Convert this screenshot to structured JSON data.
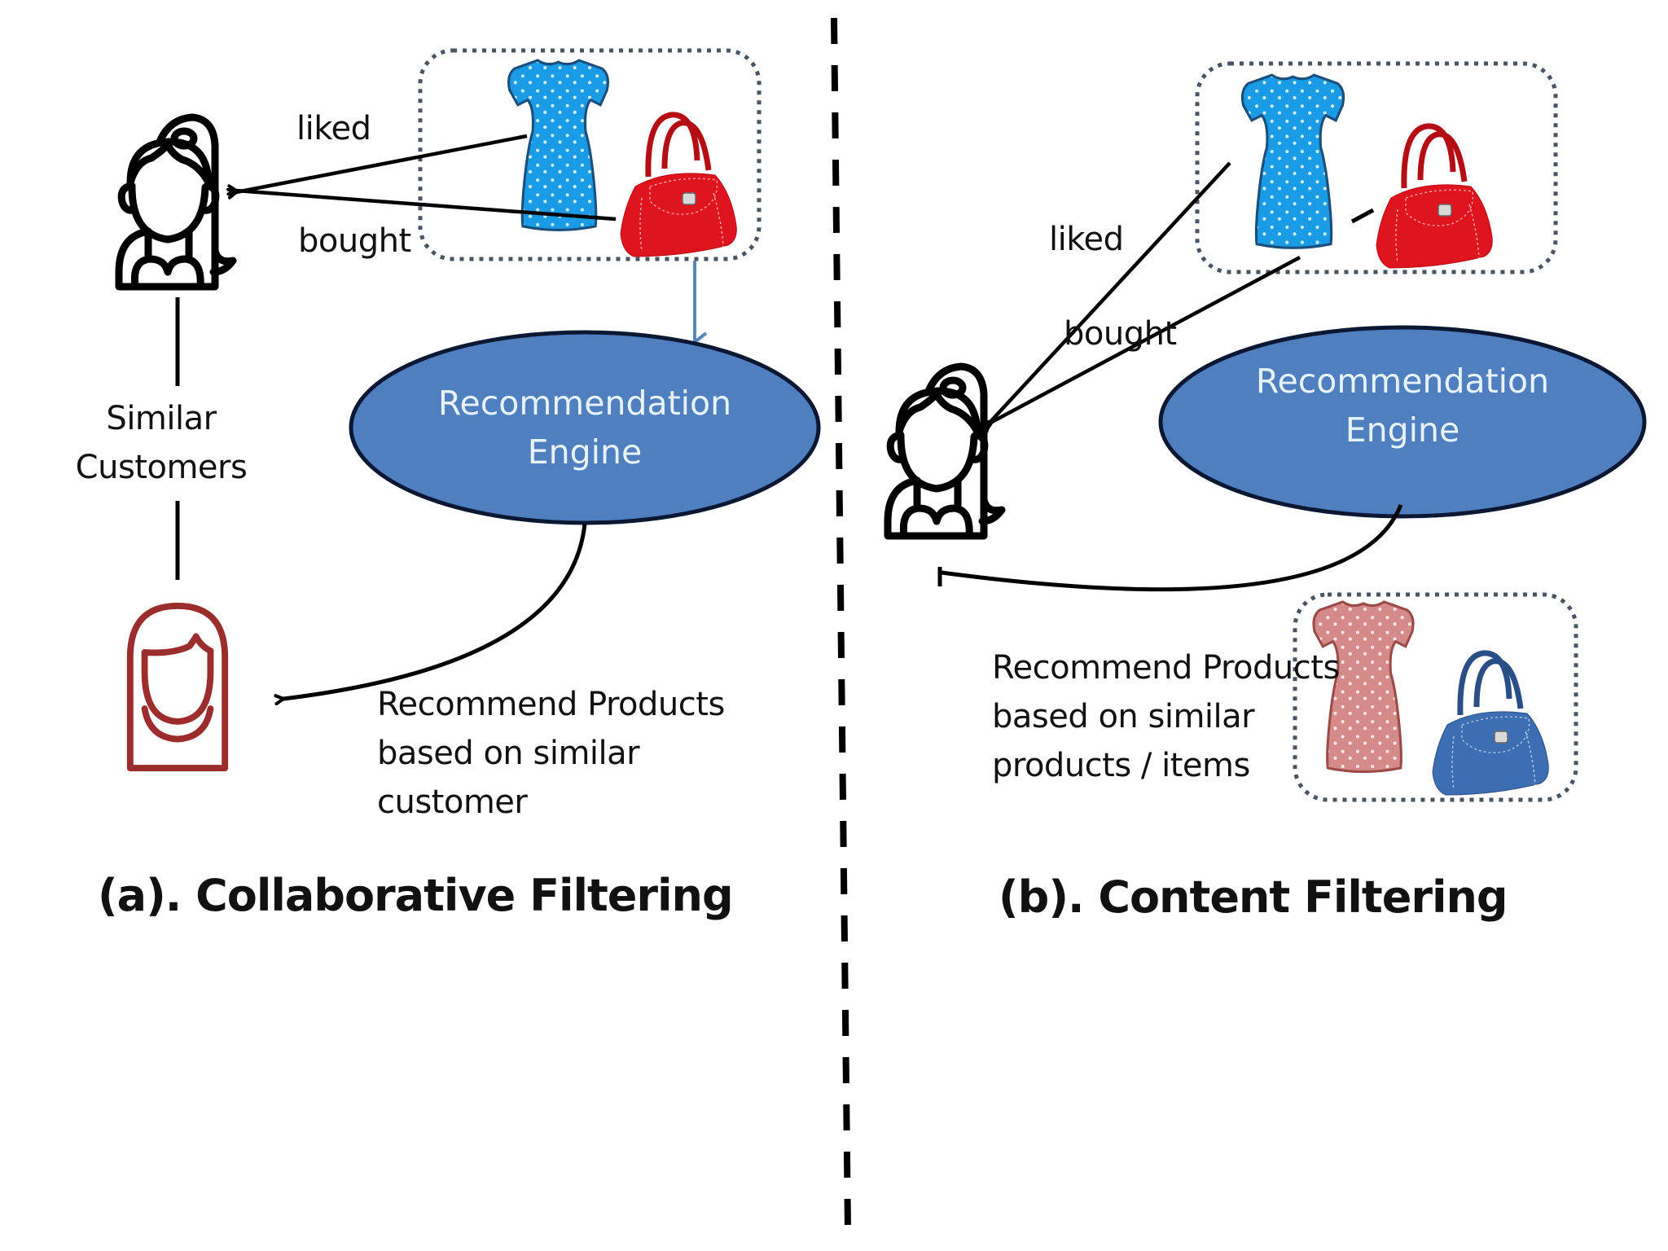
{
  "colors": {
    "engine_fill": "#4f7fbf",
    "engine_text": "#e8f2fb",
    "flow_arrow": "#5b86bd",
    "dotted_box": "#4a5563",
    "similar_customer": "#9b2d2d",
    "liked_dress": "#1a9be6",
    "bought_bag": "#e0141e",
    "recommended_dress": "#d48a88",
    "recommended_bag": "#3d6db3"
  },
  "panel_a": {
    "title": "(a). Collaborative Filtering",
    "edge_liked": "liked",
    "edge_bought": "bought",
    "engine_line1": "Recommendation",
    "engine_line2": "Engine",
    "similar_line1": "Similar",
    "similar_line2": "Customers",
    "recommend_line1": "Recommend Products",
    "recommend_line2": "based on similar",
    "recommend_line3": "customer",
    "icons": [
      "customer-icon",
      "dress-icon",
      "handbag-icon",
      "similar-customer-icon"
    ]
  },
  "panel_b": {
    "title": "(b). Content Filtering",
    "edge_liked": "liked",
    "edge_bought": "bought",
    "engine_line1": "Recommendation",
    "engine_line2": "Engine",
    "recommend_line1": "Recommend Products",
    "recommend_line2": "based on similar",
    "recommend_line3": "products / items",
    "icons": [
      "customer-icon",
      "dress-icon",
      "handbag-icon",
      "recommended-dress-icon",
      "recommended-handbag-icon"
    ]
  }
}
